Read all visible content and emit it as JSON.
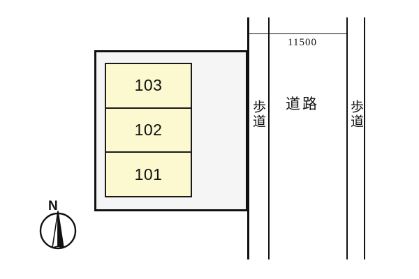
{
  "plan": {
    "background_color": "#ffffff",
    "line_color": "#111111",
    "parcel_fill": "#f5f5f5",
    "unit_fill": "#fcf8d0"
  },
  "building": {
    "name": "apartment-building",
    "units": [
      {
        "label": "103"
      },
      {
        "label": "102"
      },
      {
        "label": "101"
      }
    ]
  },
  "road": {
    "label": "道路",
    "width_dimension": "11500",
    "sidewalk_left_label": "歩道",
    "sidewalk_right_label": "歩道"
  },
  "compass": {
    "north_label": "N",
    "icon": "compass-north-arrow"
  }
}
